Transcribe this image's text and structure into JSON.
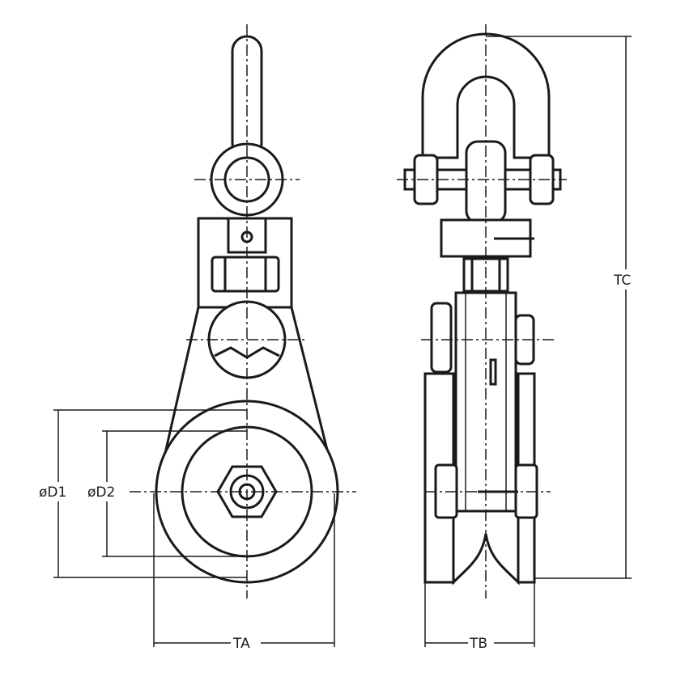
{
  "dimensions": {
    "d1": "øD1",
    "d2": "øD2",
    "ta": "TA",
    "tb": "TB",
    "tc": "TC"
  }
}
